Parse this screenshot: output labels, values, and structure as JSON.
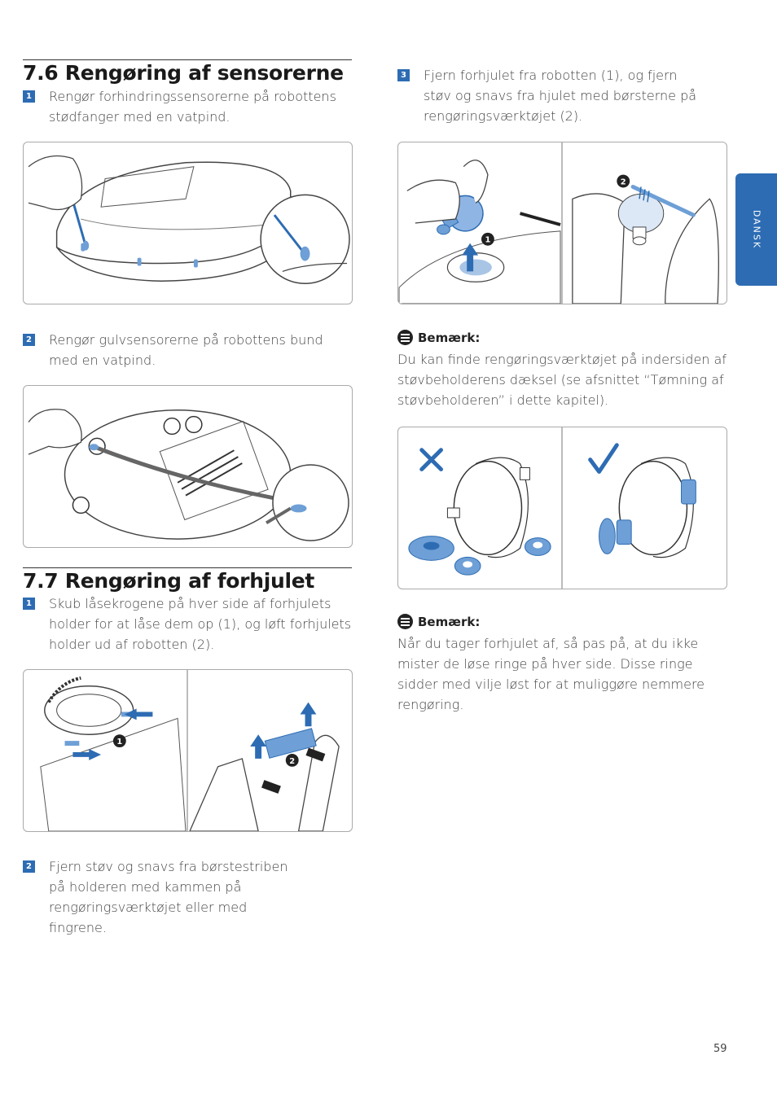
{
  "side_tab": {
    "label": "DANSK"
  },
  "section_76": {
    "title": "7.6 Rengøring af sensorerne",
    "step1": {
      "num": "1",
      "text": "Rengør forhindringssensorerne på robottens stødfanger med en vatpind."
    },
    "step2": {
      "num": "2",
      "text": "Rengør gulvsensorerne på robottens bund med en vatpind."
    }
  },
  "section_77": {
    "title": "7.7 Rengøring af forhjulet",
    "step1": {
      "num": "1",
      "text": "Skub låsekrogene på hver side af forhjulets holder for at låse dem op (1), og løft forhjulets holder ud af robotten (2)."
    },
    "step2": {
      "num": "2",
      "text": "Fjern støv og snavs fra børstestriben på holderen med kammen på rengøringsværktøjet eller med fingrene."
    },
    "step3": {
      "num": "3",
      "text": "Fjern forhjulet fra robotten (1), og fjern støv og snavs fra hjulet med børsterne på rengøringsværktøjet (2)."
    }
  },
  "note1": {
    "title": "Bemærk:",
    "body": "Du kan finde rengøringsværktøjet på indersiden af støvbeholderens dæksel (se afsnittet “Tømning af støvbeholderen” i dette kapitel)."
  },
  "note2": {
    "title": "Bemærk:",
    "body": "Når du tager forhjulet af, så pas på, at du ikke mister de løse ringe på hver side. Disse ringe sidder med vilje løst for at muliggøre nemmere rengøring."
  },
  "figure_callouts": {
    "one": "1",
    "two": "2"
  },
  "page_number": "59",
  "colors": {
    "accent": "#2d6cb3",
    "light_blue": "#6e9fd6"
  }
}
